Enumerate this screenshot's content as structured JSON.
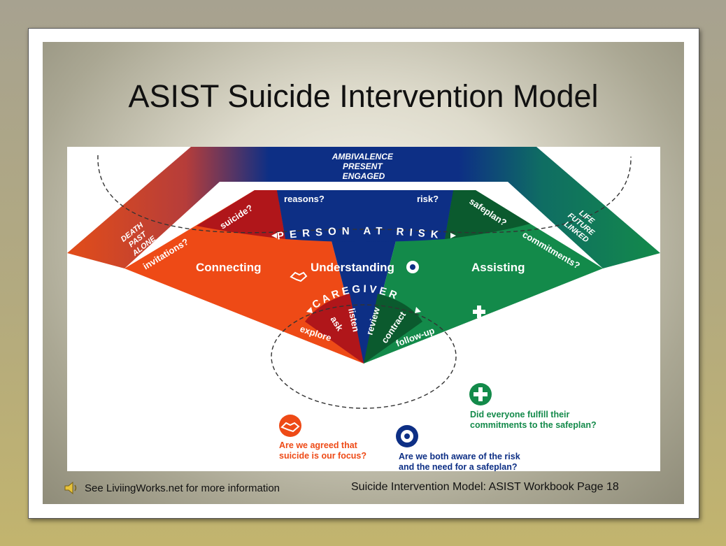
{
  "title": "ASIST Suicide Intervention Model",
  "colors": {
    "orange": "#ee4a16",
    "dark_red": "#b0161a",
    "navy": "#0d2f85",
    "green": "#138a4a",
    "dark_green": "#0b5a2e"
  },
  "diagram": {
    "top_band": [
      "AMBIVALENCE",
      "PRESENT",
      "ENGAGED"
    ],
    "left_wing": [
      "DEATH",
      "PAST",
      "ALONE"
    ],
    "right_wing": [
      "LIFE",
      "FUTURE",
      "LINKED"
    ],
    "questions": {
      "suicide": "suicide?",
      "reasons": "reasons?",
      "risk": "risk?",
      "safeplan": "safeplan?",
      "invitations": "invitations?",
      "commitments": "commitments?"
    },
    "person_at_risk": "PERSON AT RISK",
    "caregiver": "CAREGIVER",
    "phases": {
      "connecting": "Connecting",
      "understanding": "Understanding",
      "assisting": "Assisting"
    },
    "tasks": {
      "explore": "explore",
      "ask": "ask",
      "listen": "listen",
      "review": "review",
      "contract": "contract",
      "follow_up": "follow-up"
    },
    "checks": {
      "connecting_q1": "Are we agreed that",
      "connecting_q2": "suicide is our focus?",
      "understanding_q1": "Are we both aware of the risk",
      "understanding_q2": "and the need for a safeplan?",
      "assisting_q1": "Did everyone fulfill their",
      "assisting_q2": "commitments to the safeplan?"
    },
    "icons": [
      "handshake-icon",
      "target-icon",
      "plus-icon"
    ]
  },
  "footer": {
    "left": "See LiviingWorks.net for more information",
    "right": "Suicide Intervention Model: ASIST Workbook Page 18",
    "audio_icon": "speaker-icon"
  }
}
